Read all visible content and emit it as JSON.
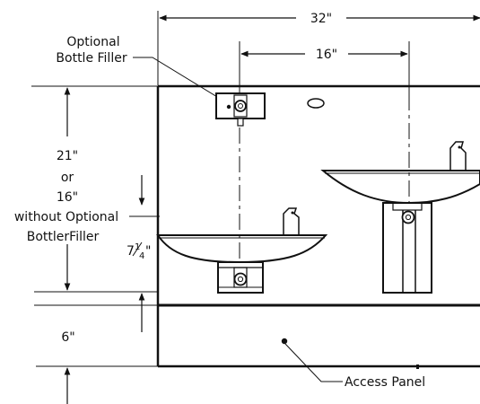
{
  "dimensions": {
    "width_overall": "32\"",
    "bubbler_spacing": "16\"",
    "height_line1": "21\"",
    "height_line2": "or",
    "height_line3": "16\"",
    "height_line4": "without Optional",
    "height_line5": "BottlerFiller",
    "basin_height_whole": "7",
    "basin_height_num": "1",
    "basin_height_den": "4",
    "basin_height_unit": "\"",
    "base_height": "6\""
  },
  "labels": {
    "bottle_filler_line1": "Optional",
    "bottle_filler_line2": "Bottle Filler",
    "access_panel": "Access Panel"
  }
}
